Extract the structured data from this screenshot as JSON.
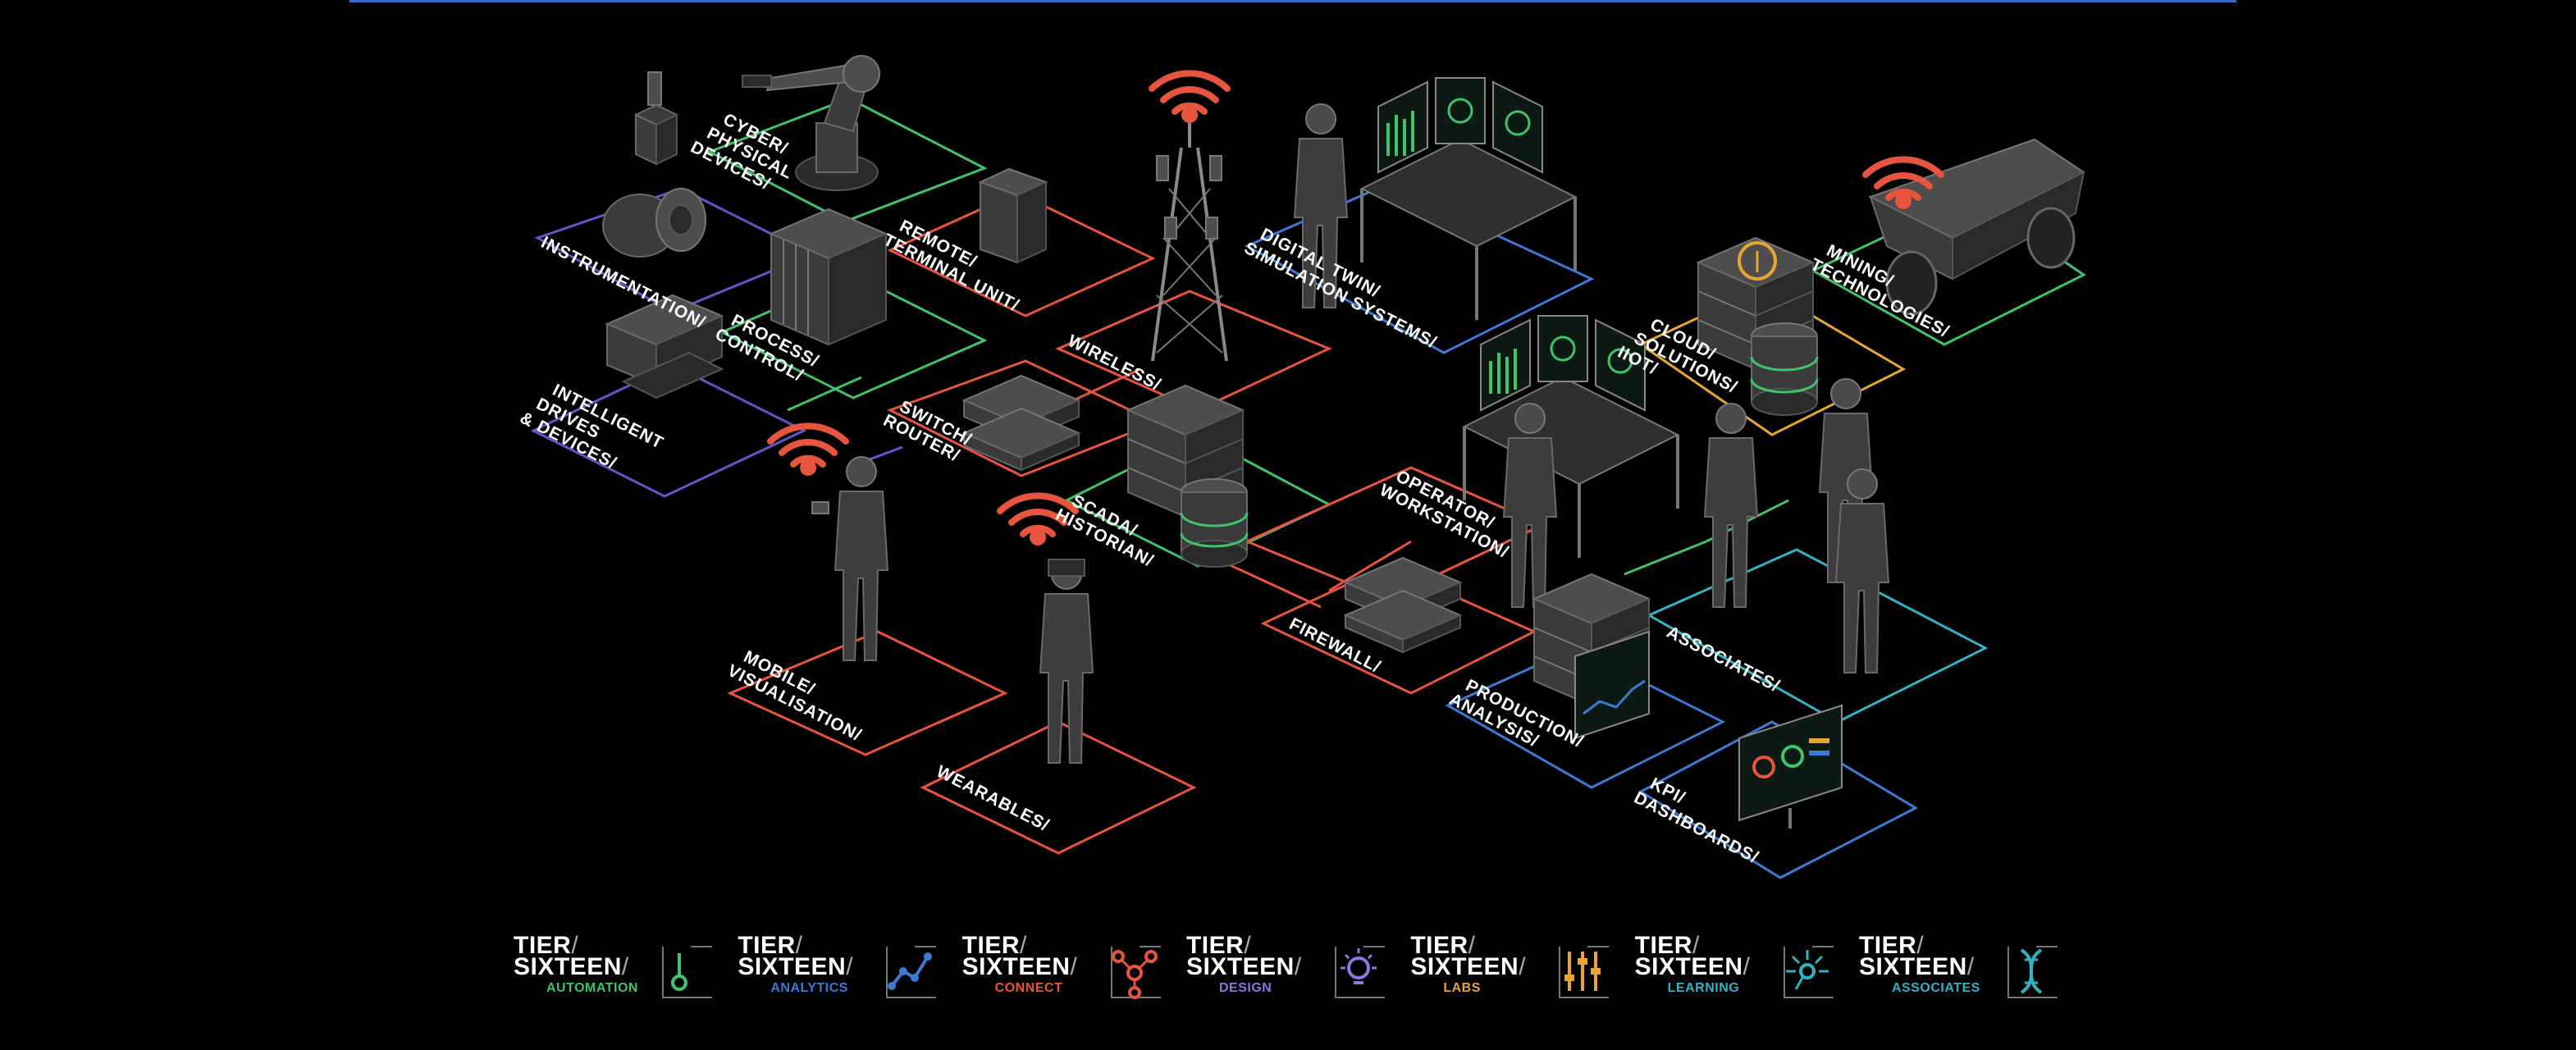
{
  "colors": {
    "green": "#3fc46a",
    "red": "#e8553e",
    "blue": "#3c7bd4",
    "purple": "#6a52c8",
    "orange": "#e8a534",
    "teal": "#2fb3c5",
    "lavender": "#8a78e0",
    "signal": "#e8553e"
  },
  "labels": {
    "cyber": [
      "CYBER/",
      "PHYSICAL",
      "DEVICES/"
    ],
    "instrumentation": [
      "INSTRUMENTATION/"
    ],
    "process_control": [
      "PROCESS/",
      "CONTROL/"
    ],
    "remote_terminal": [
      "REMOTE/",
      "TERMINAL UNIT/"
    ],
    "intelligent_drives": [
      "INTELLIGENT",
      "DRIVES",
      "& DEVICES/"
    ],
    "switch_router": [
      "SWITCH/",
      "ROUTER/"
    ],
    "wireless": [
      "WIRELESS/"
    ],
    "scada": [
      "SCADA/",
      "HISTORIAN/"
    ],
    "digital_twin": [
      "DIGITAL TWIN/",
      "SIMULATION SYSTEMS/"
    ],
    "cloud": [
      "CLOUD/",
      "SOLUTIONS/",
      "IIOT/"
    ],
    "mining": [
      "MINING/",
      "TECHNOLOGIES/"
    ],
    "operator": [
      "OPERATOR/",
      "WORKSTATION/"
    ],
    "firewall": [
      "FIREWALL/"
    ],
    "mobile": [
      "MOBILE/",
      "VISUALISATION/"
    ],
    "wearables": [
      "WEARABLES/"
    ],
    "production": [
      "PRODUCTION/",
      "ANALYSIS/"
    ],
    "associates": [
      "ASSOCIATES/"
    ],
    "kpi": [
      "KPI/",
      "DASHBOARDS/"
    ]
  },
  "brands": [
    {
      "line1": "TIER",
      "line2": "SIXTEEN",
      "sub": "AUTOMATION",
      "color": "#3fc46a",
      "icon": "switch-icon"
    },
    {
      "line1": "TIER",
      "line2": "SIXTEEN",
      "sub": "ANALYTICS",
      "color": "#3c7bd4",
      "icon": "line-graph-icon"
    },
    {
      "line1": "TIER",
      "line2": "SIXTEEN",
      "sub": "CONNECT",
      "color": "#e8553e",
      "icon": "network-node-icon"
    },
    {
      "line1": "TIER",
      "line2": "SIXTEEN",
      "sub": "DESIGN",
      "color": "#8a78e0",
      "icon": "lightbulb-icon"
    },
    {
      "line1": "TIER",
      "line2": "SIXTEEN",
      "sub": "LABS",
      "color": "#e8a534",
      "icon": "sliders-icon"
    },
    {
      "line1": "TIER",
      "line2": "SIXTEEN",
      "sub": "LEARNING",
      "color": "#2fb3c5",
      "icon": "lamp-icon"
    },
    {
      "line1": "TIER",
      "line2": "SIXTEEN",
      "sub": "ASSOCIATES",
      "color": "#2fb3c5",
      "icon": "dna-icon"
    }
  ]
}
